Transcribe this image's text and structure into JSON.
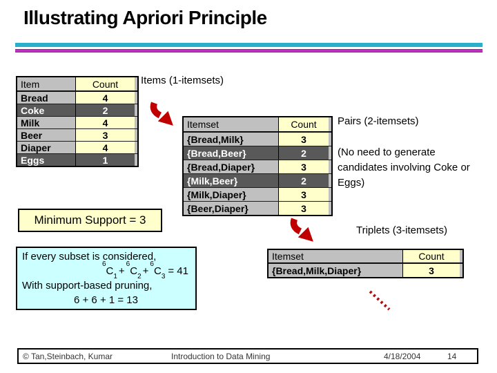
{
  "slide_title": "Illustrating Apriori Principle",
  "labels": {
    "items_1": "Items (1-itemsets)",
    "pairs_2": "Pairs (2-itemsets)",
    "pairs_note": "(No need to generate candidates involving Coke or Eggs)",
    "triplets_3": "Triplets (3-itemsets)",
    "min_support": "Minimum Support = 3"
  },
  "pruning_box": {
    "line1": "If every subset is considered,",
    "terms": [
      {
        "sup": "6",
        "base": "C",
        "sub": "1"
      },
      {
        "sup": "6",
        "base": "C",
        "sub": "2"
      },
      {
        "sup": "6",
        "base": "C",
        "sub": "3"
      }
    ],
    "plus": "+",
    "result": "= 41",
    "line3": "With support-based pruning,",
    "line4": "6 + 6 + 1 = 13"
  },
  "tables": {
    "items": {
      "headers": [
        "Item",
        "Count"
      ],
      "rows": [
        {
          "item": "Bread",
          "count": "4",
          "highlight": false
        },
        {
          "item": "Coke",
          "count": "2",
          "highlight": true
        },
        {
          "item": "Milk",
          "count": "4",
          "highlight": false
        },
        {
          "item": "Beer",
          "count": "3",
          "highlight": false
        },
        {
          "item": "Diaper",
          "count": "4",
          "highlight": false
        },
        {
          "item": "Eggs",
          "count": "1",
          "highlight": true
        }
      ]
    },
    "pairs": {
      "headers": [
        "Itemset",
        "Count"
      ],
      "rows": [
        {
          "item": "{Bread,Milk}",
          "count": "3",
          "highlight": false
        },
        {
          "item": "{Bread,Beer}",
          "count": "2",
          "highlight": true
        },
        {
          "item": "{Bread,Diaper}",
          "count": "3",
          "highlight": false
        },
        {
          "item": "{Milk,Beer}",
          "count": "2",
          "highlight": true
        },
        {
          "item": "{Milk,Diaper}",
          "count": "3",
          "highlight": false
        },
        {
          "item": "{Beer,Diaper}",
          "count": "3",
          "highlight": false
        }
      ]
    },
    "triplets": {
      "headers": [
        "Itemset",
        "Count"
      ],
      "rows": [
        {
          "item": "{Bread,Milk,Diaper}",
          "count": "3",
          "highlight": false
        }
      ]
    }
  },
  "footer": {
    "copyright": "© Tan,Steinbach, Kumar",
    "course": "Introduction to Data Mining",
    "date": "4/18/2004",
    "page": "14"
  },
  "colors": {
    "accent_cyan": "#29AFC9",
    "accent_magenta": "#C32BC3",
    "table_gray": "#C0C0C0",
    "table_yellow": "#FFFFCC",
    "row_dark": "#595959",
    "arrow_red": "#C00000",
    "note_box_blue": "#CCFFFF"
  }
}
